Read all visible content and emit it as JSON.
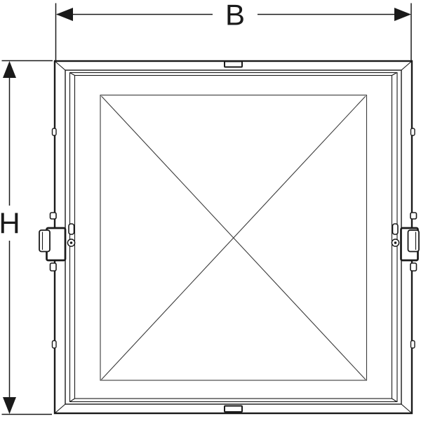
{
  "diagram": {
    "type": "technical-dimension-drawing",
    "subject": "square access panel, front view with door marked by diagonal cross",
    "dimension_labels": {
      "width": "B",
      "height": "H"
    },
    "colors": {
      "line": "#1a1a1a",
      "detail_line": "#3a3a3a",
      "background": "#ffffff"
    }
  }
}
